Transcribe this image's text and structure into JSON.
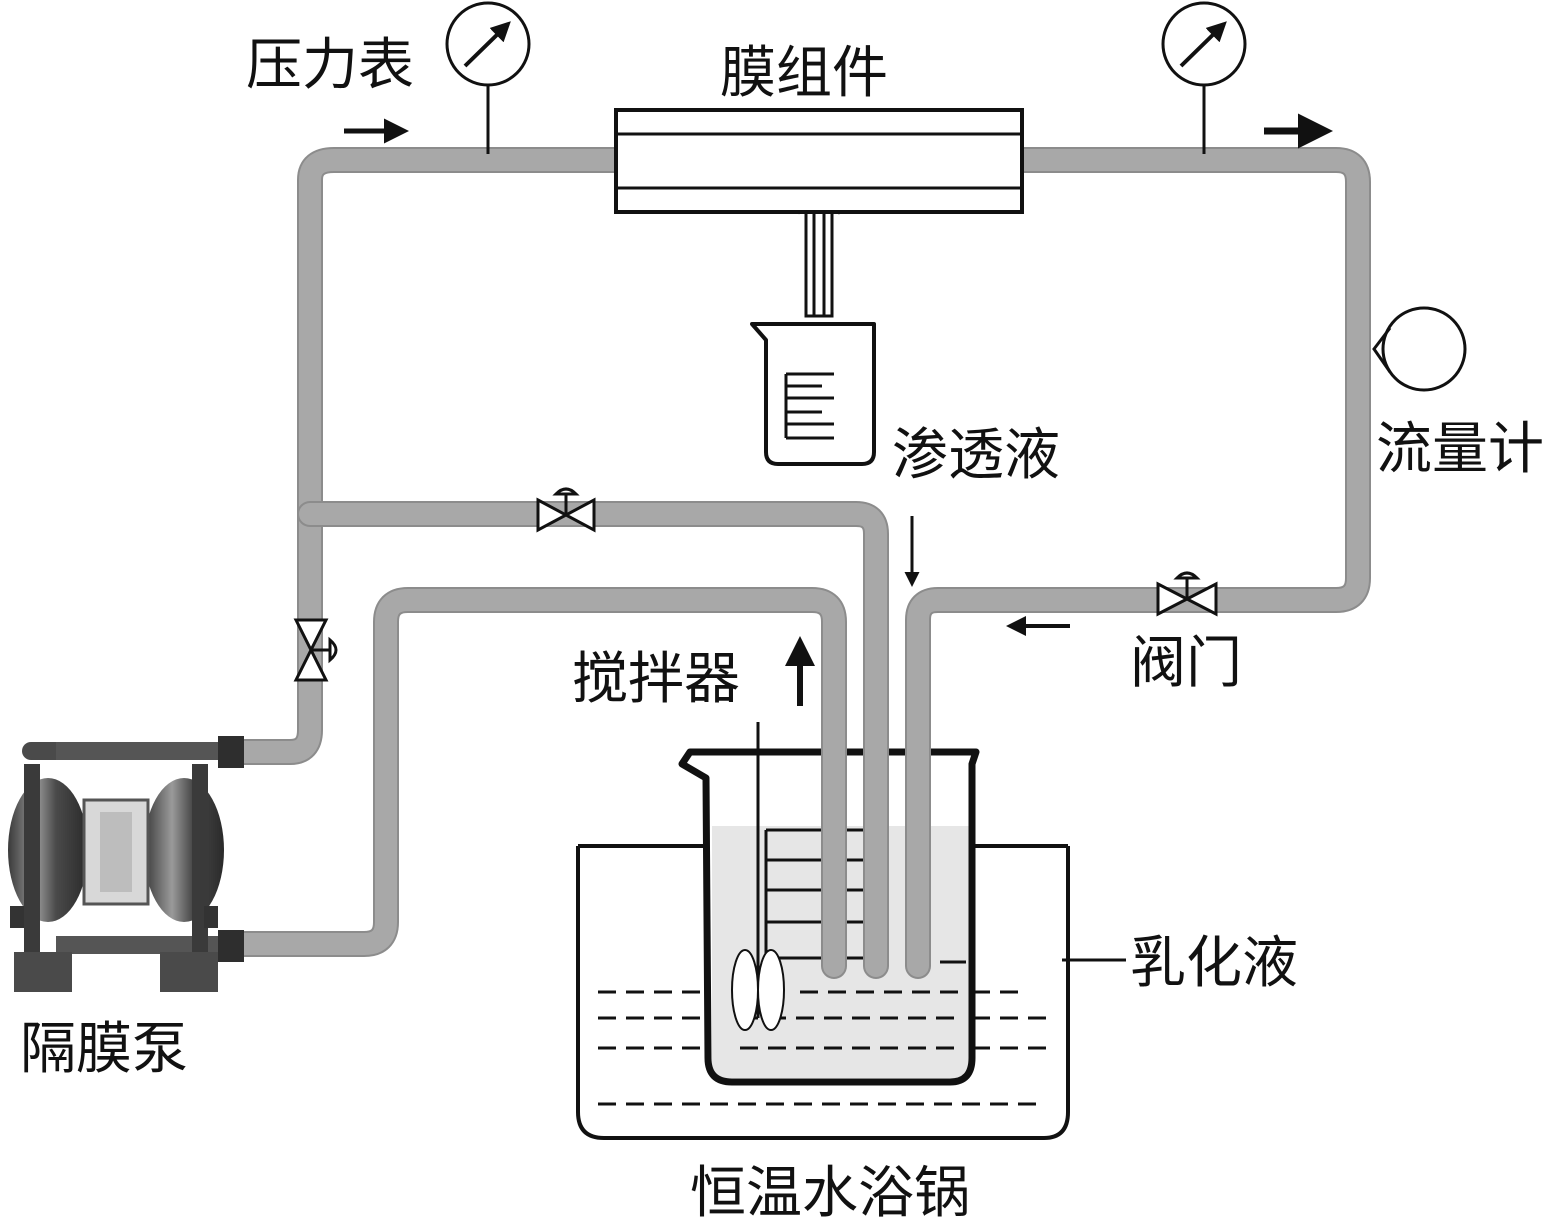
{
  "labels": {
    "pressure_gauge": "压力表",
    "membrane_module": "膜组件",
    "permeate": "渗透液",
    "flowmeter": "流量计",
    "valve": "阀门",
    "stirrer": "搅拌器",
    "emulsion": "乳化液",
    "diaphragm_pump": "隔膜泵",
    "water_bath": "恒温水浴锅"
  },
  "colors": {
    "pipe": "#a8a8a8",
    "pipe_edge": "#8c8c8c",
    "line": "#111111",
    "liquid": "#e6e6e6",
    "pump_body": "#5a5a5a"
  },
  "icons": [
    "pressure-gauge-icon",
    "valve-icon",
    "flowmeter-icon",
    "beaker-icon",
    "diaphragm-pump-icon",
    "stirrer-icon",
    "flow-arrow-icon"
  ]
}
